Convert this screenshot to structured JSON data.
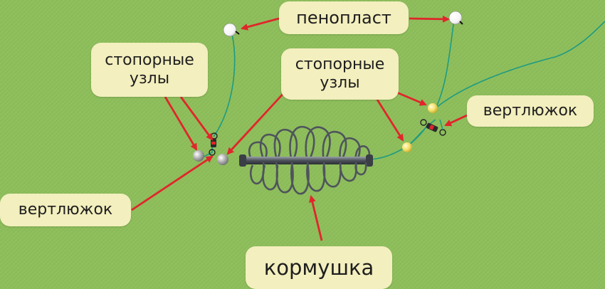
{
  "colors": {
    "background": "#8cbc5a",
    "label_background": "#f3efbe",
    "arrow": "#e0262b",
    "line": "#1d9b82",
    "feeder": "#555a63",
    "float": "#ffffff",
    "bead_grey": "#a8a8a8",
    "bead_yellow": "#f6e46a"
  },
  "labels": {
    "float": "пенопласт",
    "stopper_knots_left_1": "стопорные",
    "stopper_knots_left_2": "узлы",
    "stopper_knots_center_1": "стопорные",
    "stopper_knots_center_2": "узлы",
    "swivel_right": "вертлюжок",
    "swivel_left": "вертлюжок",
    "feeder": "кормушка"
  }
}
